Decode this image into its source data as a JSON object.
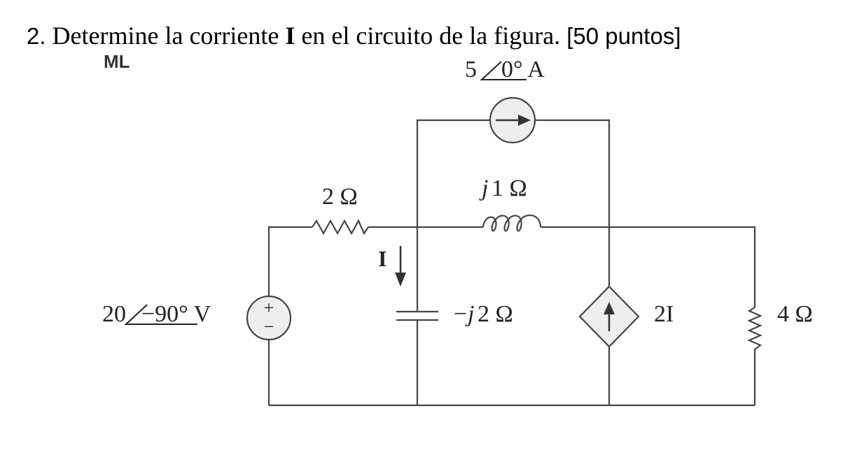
{
  "problem": {
    "number": "2.",
    "text_pre": "Determine la corriente ",
    "variable": "I",
    "text_post": " en el circuito de la figura.",
    "points": "[50 puntos]"
  },
  "watermark": "ML",
  "circuit": {
    "current_source": {
      "magnitude": "5",
      "angle": "0° A"
    },
    "voltage_source": {
      "magnitude": "20",
      "angle": "−90° V",
      "plus": "+",
      "minus": "−"
    },
    "resistor_series": "2 Ω",
    "inductor": {
      "j": "j",
      "value": "1 Ω"
    },
    "capacitor": {
      "prefix": "−",
      "j": "j",
      "value": "2 Ω"
    },
    "current_label": "I",
    "dependent_source": "2I",
    "resistor_load": "4 Ω"
  }
}
